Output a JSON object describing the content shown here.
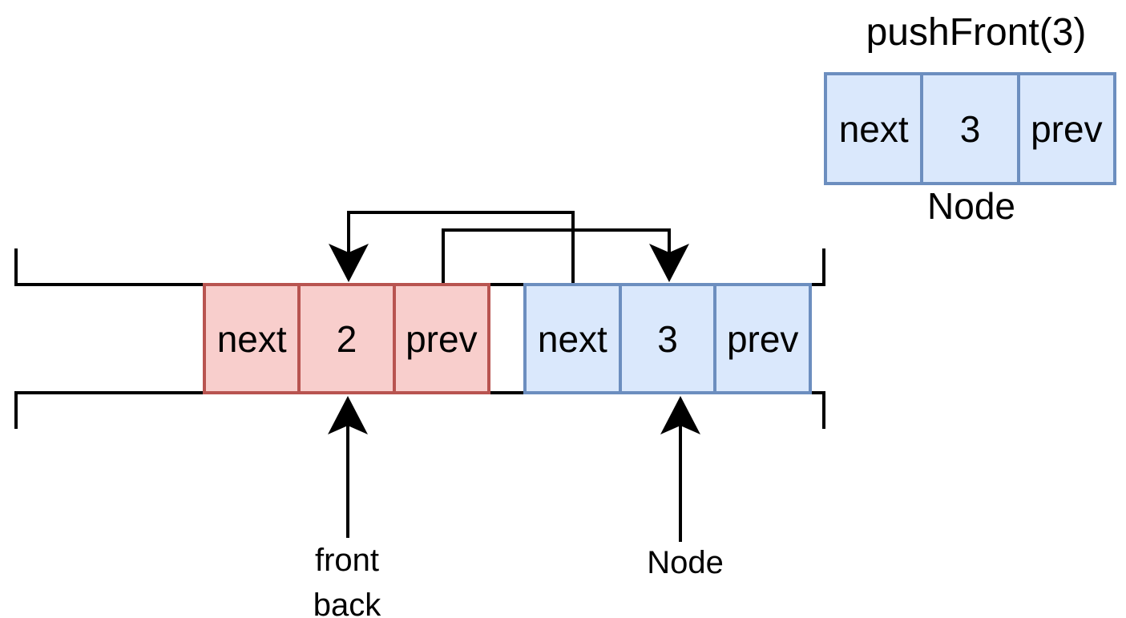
{
  "title": "pushFront(3)",
  "colors": {
    "line": "#000000",
    "text": "#000000",
    "red_fill": "#f8cecc",
    "red_stroke": "#b85450",
    "blue_fill": "#dae8fc",
    "blue_stroke": "#6c8ebf"
  },
  "list": {
    "front_back_node": {
      "cells": [
        "next",
        "2",
        "prev"
      ]
    },
    "new_front_node": {
      "cells": [
        "next",
        "3",
        "prev"
      ]
    }
  },
  "detail_node": {
    "cells": [
      "next",
      "3",
      "prev"
    ],
    "caption": "Node"
  },
  "pointer_labels": {
    "front": "front",
    "back": "back",
    "node": "Node"
  }
}
